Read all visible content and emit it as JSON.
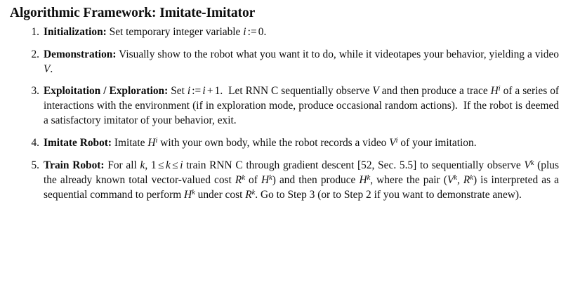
{
  "document": {
    "title": "Algorithmic Framework: Imitate-Imitator",
    "steps": [
      {
        "number": "1.",
        "label": "Initialization:",
        "text_plain": "Set temporary integer variable i := 0."
      },
      {
        "number": "2.",
        "label": "Demonstration:",
        "text_plain": "Visually show to the robot what you want it to do, while it videotapes your behavior, yielding a video V."
      },
      {
        "number": "3.",
        "label": "Exploitation / Exploration:",
        "text_plain": "Set i := i + 1. Let RNN C sequentially observe V and then produce a trace H^i of a series of interactions with the environment (if in exploration mode, produce occasional random actions). If the robot is deemed a satisfactory imitator of your behavior, exit."
      },
      {
        "number": "4.",
        "label": "Imitate Robot:",
        "text_plain": "Imitate H^i with your own body, while the robot records a video V^i of your imitation."
      },
      {
        "number": "5.",
        "label": "Train Robot:",
        "text_plain": "For all k, 1 ≤ k ≤ i train RNN C through gradient descent [52, Sec. 5.5] to sequentially observe V^k (plus the already known total vector-valued cost R^k of H^k) and then produce H^k, where the pair (V^k, R^k) is interpreted as a sequential command to perform H^k under cost R^k. Go to Step 3 (or to Step 2 if you want to demonstrate anew)."
      }
    ],
    "symbols": {
      "i": "i",
      "k": "k",
      "V": "V",
      "H": "H",
      "R": "R",
      "C": "C",
      "assign": ":=",
      "leq": "≤",
      "plus": "+",
      "zero": "0",
      "one": "1",
      "citation": "[52, Sec. 5.5]",
      "step_three": "3",
      "step_two": "2"
    }
  }
}
